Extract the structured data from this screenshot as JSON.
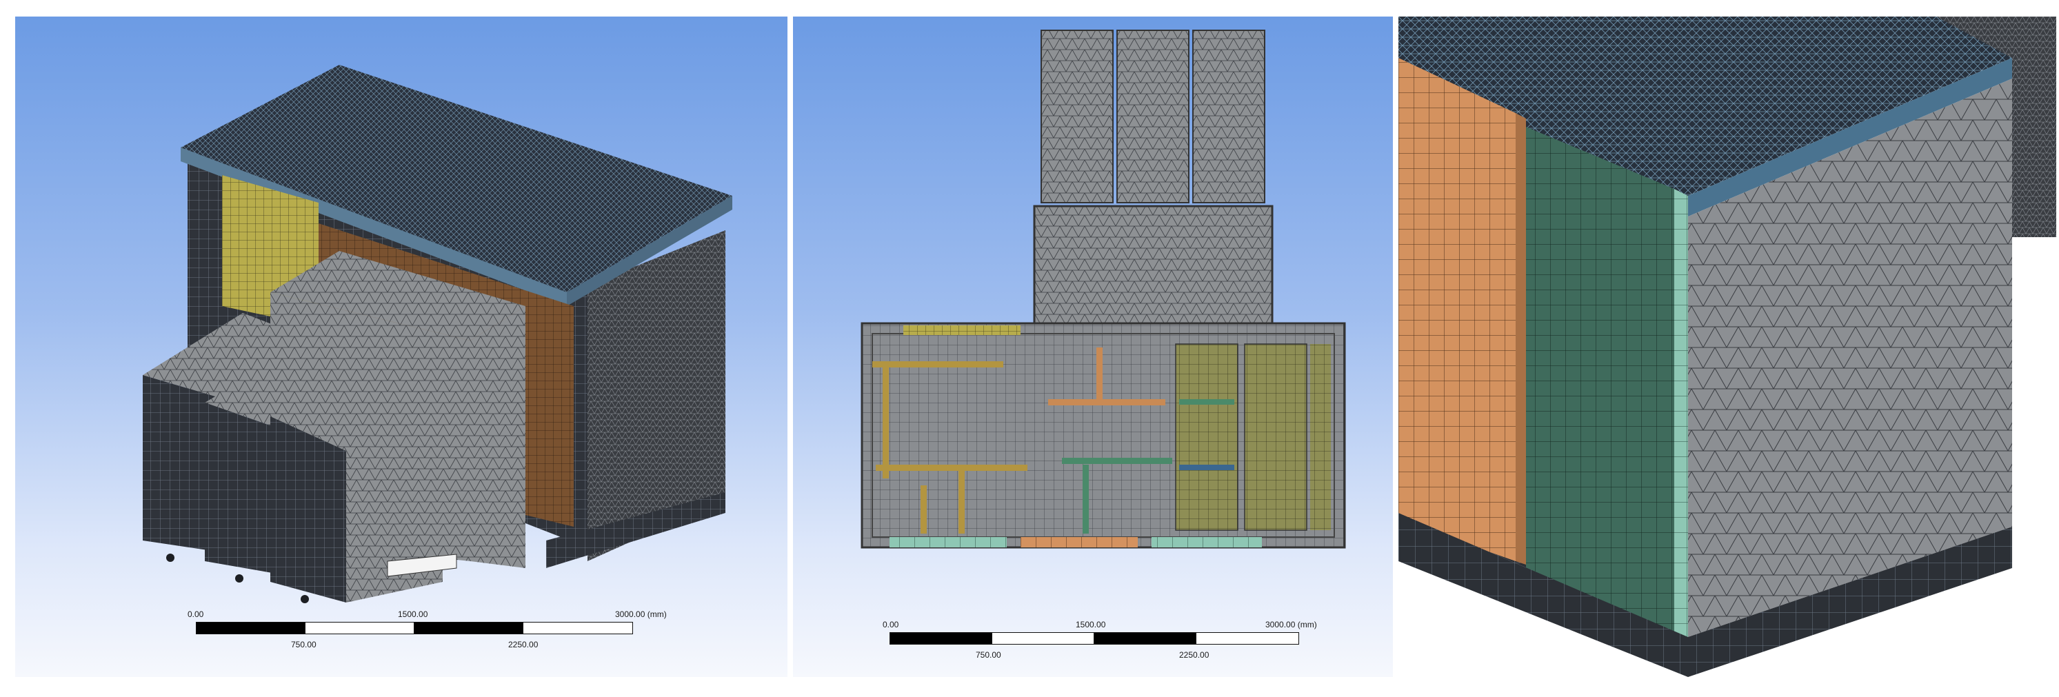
{
  "views": [
    {
      "id": "isometric-mesh-view",
      "scale": {
        "tick_top": [
          "0.00",
          "1500.00",
          "3000.00 (mm)"
        ],
        "tick_bottom": [
          "750.00",
          "2250.00"
        ]
      }
    },
    {
      "id": "plan-mesh-view",
      "scale": {
        "tick_top": [
          "0.00",
          "1500.00",
          "3000.00 (mm)"
        ],
        "tick_bottom": [
          "750.00",
          "2250.00"
        ]
      }
    },
    {
      "id": "detail-mesh-view"
    }
  ],
  "colors": {
    "background_top": "#6c9be4",
    "background_bottom": "#f6f8fd",
    "mesh_dark": "#2b2f36",
    "mesh_roof": "#3a4657",
    "mesh_gray": "#8f9296",
    "panel_yellow": "#b8ad4c",
    "panel_brown": "#7a5230",
    "panel_orange": "#d4925f",
    "panel_green": "#3f6b5c",
    "panel_mint": "#8ec7b4",
    "panel_olive": "#8e8e55"
  }
}
